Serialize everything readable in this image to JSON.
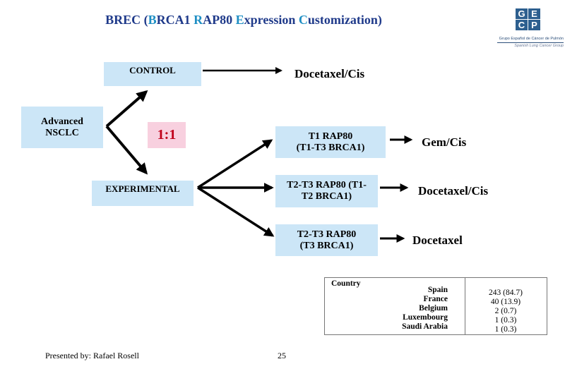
{
  "title": {
    "prefix": "BREC (",
    "b": "B",
    "rest_rca": "RCA1 ",
    "r": "R",
    "ap": "AP80 ",
    "e": "E",
    "xpression": "xpression ",
    "c": "C",
    "ustomization": "ustomization)"
  },
  "logo": {
    "letters": [
      "G",
      "E",
      "C",
      "P"
    ],
    "line1": "Grupo Español de Cáncer de Pulmón",
    "line2": "Spanish Lung Cancer Group"
  },
  "diagram": {
    "start": {
      "line1": "Advanced",
      "line2": "NSCLC"
    },
    "control": "CONTROL",
    "experimental": "EXPERIMENTAL",
    "ratio": "1:1",
    "control_outcome": "Docetaxel/Cis",
    "arms": [
      {
        "line1": "T1 RAP80",
        "line2": "(T1-T3 BRCA1)",
        "outcome": "Gem/Cis"
      },
      {
        "line1": "T2-T3 RAP80 (T1-",
        "line2": "T2 BRCA1)",
        "outcome": "Docetaxel/Cis"
      },
      {
        "line1": "T2-T3 RAP80",
        "line2": "(T3 BRCA1)",
        "outcome": "Docetaxel"
      }
    ]
  },
  "table": {
    "header": "Country",
    "rows": [
      {
        "country": "Spain",
        "count": "243 (84.7)"
      },
      {
        "country": "France",
        "count": "40 (13.9)"
      },
      {
        "country": "Belgium",
        "count": "2 (0.7)"
      },
      {
        "country": "Luxembourg",
        "count": "1 (0.3)"
      },
      {
        "country": "Saudi Arabia",
        "count": "1 (0.3)"
      }
    ]
  },
  "footer": {
    "presenter": "Presented by: Rafael Rosell",
    "page_number": "25"
  },
  "colors": {
    "title": "#1f3a8a",
    "title_highlight": "#1f8fc4",
    "box_fill": "#cce6f7",
    "ratio_fill": "#f8d0df",
    "ratio_text": "#c0001a"
  }
}
